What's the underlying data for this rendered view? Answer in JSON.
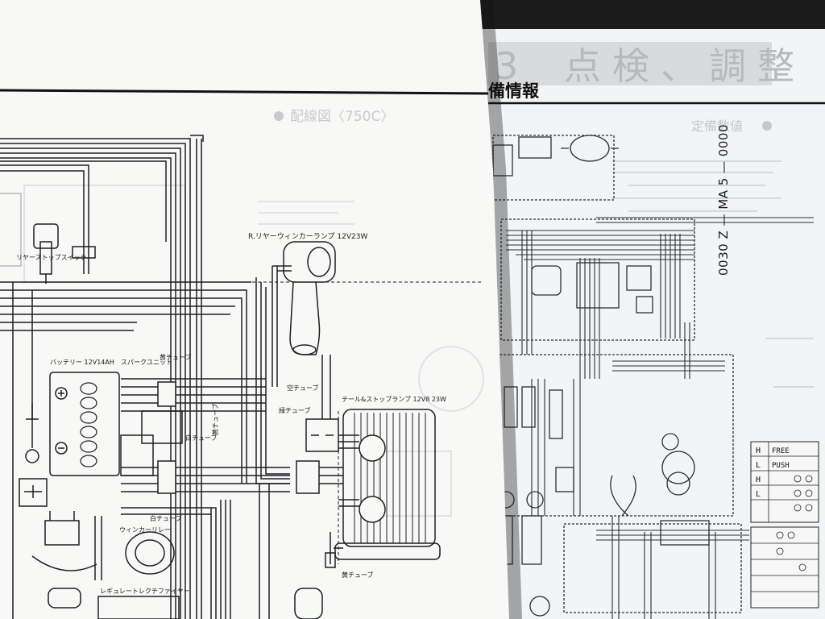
{
  "right_page": {
    "chapter_number": "3",
    "chapter_title": "点検、調整",
    "section_heading": "備情報",
    "ghost_heading": "定備数値",
    "part_number": "0030 Z — MA 5 — 0000"
  },
  "left_page": {
    "ghost_heading": "配線図〈750C〉",
    "labels": {
      "rear_stop_switch": "リヤーストップスイッチ",
      "rear_winker": "R.リヤーウィンカーランプ 12V23W",
      "battery": "バッテリー 12V14AH",
      "spark_unit": "スパークユニット",
      "tail_stop": "テール&ストップランプ 12V8 23W",
      "yellow_tube": "黄チューブ",
      "sky_tube": "空チューブ",
      "green_tube": "緑チューブ",
      "white_tube": "白チューブ",
      "winker_relay": "ウィンカーリレー",
      "regulator": "レギュレートレクチファイヤー",
      "yellow_tube_2": "黄チューブ",
      "white_tube_2": "白チューブ",
      "yellow_tube_3": "黄チューブ"
    }
  },
  "switch_table": {
    "rows": [
      [
        "H",
        "FREE"
      ],
      [
        "L",
        "PUSH"
      ],
      [
        "H",
        ""
      ],
      [
        "L",
        ""
      ]
    ]
  }
}
